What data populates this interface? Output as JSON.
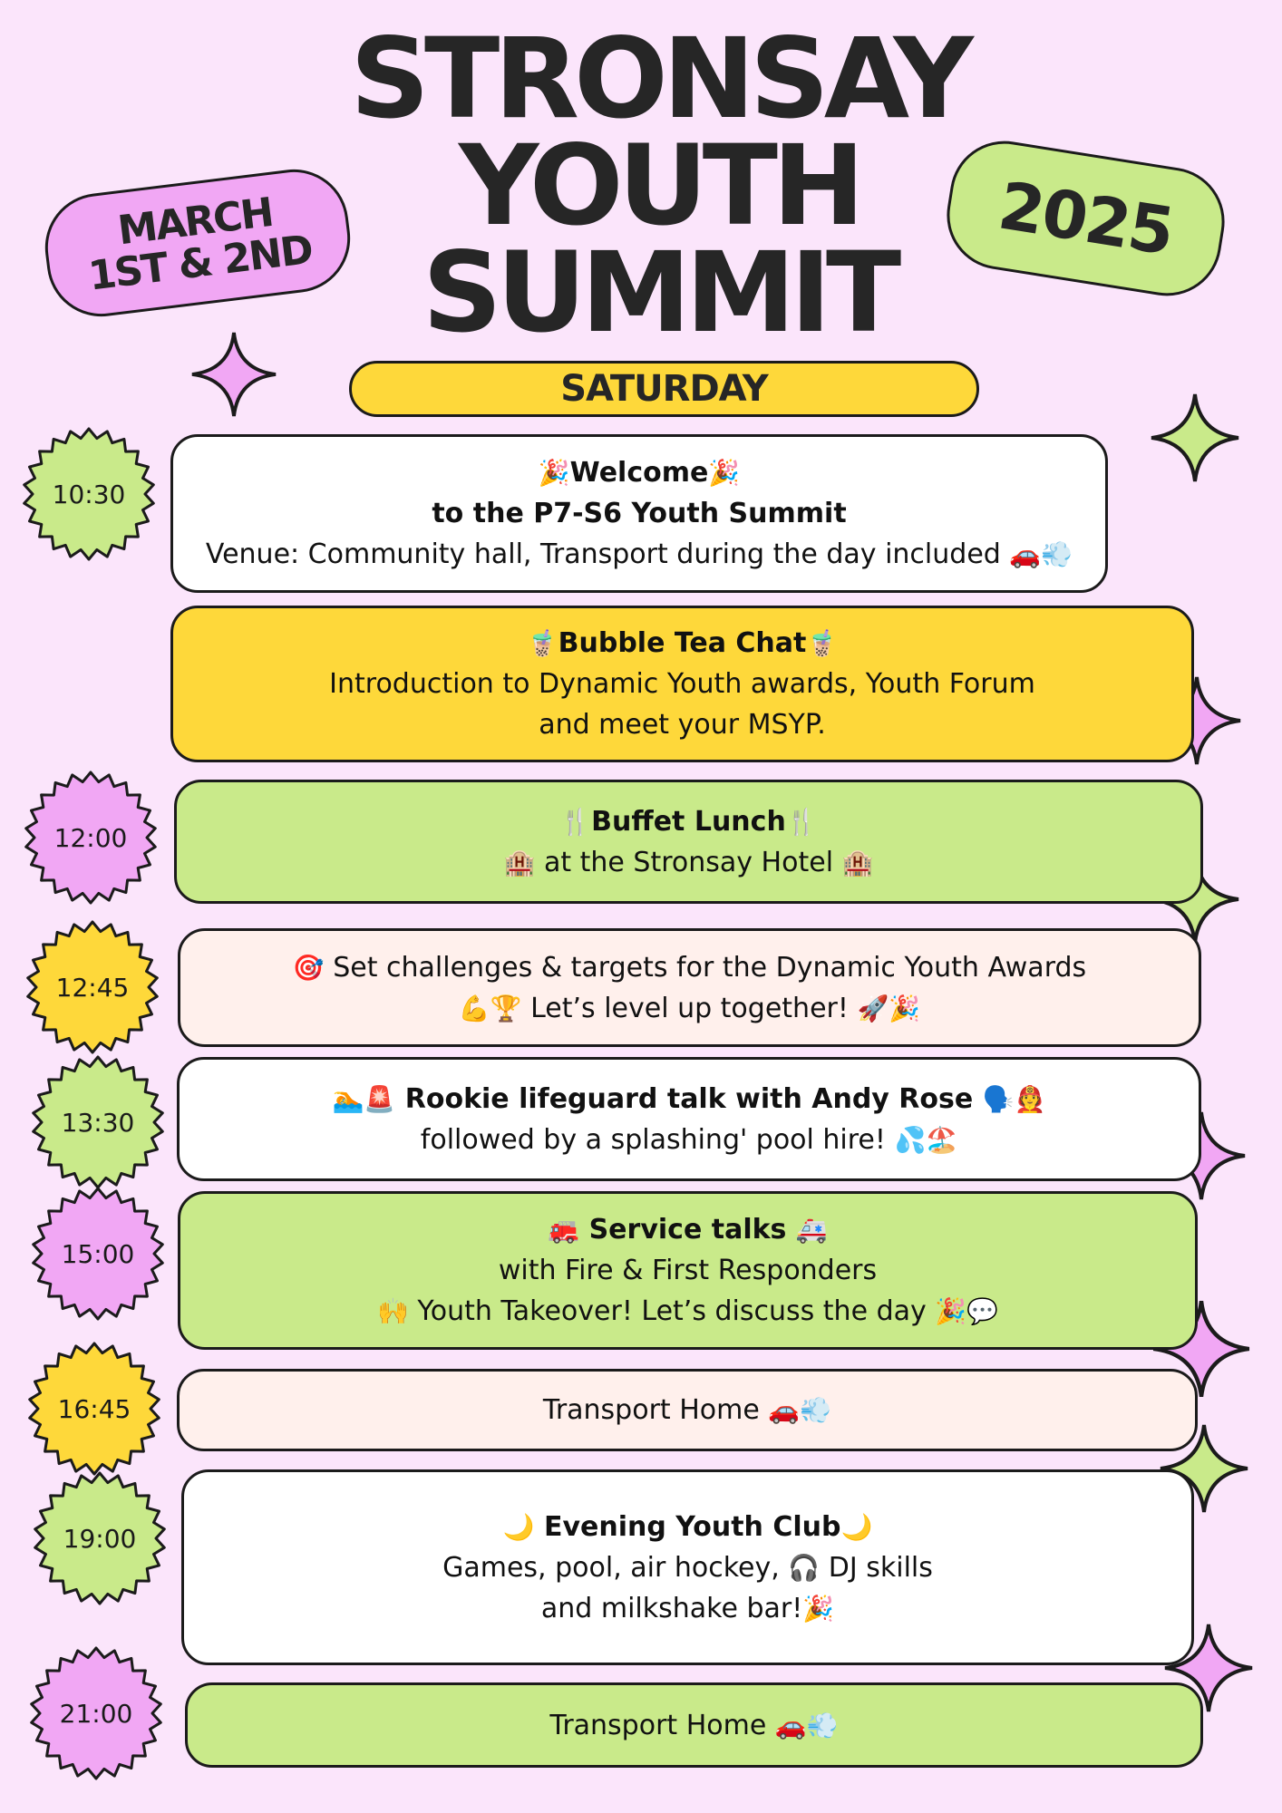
{
  "title_lines": [
    "STRONSAY",
    "YOUTH",
    "SUMMIT"
  ],
  "date_pill": {
    "line1": "MARCH",
    "line2": "1ST & 2ND"
  },
  "year_pill": "2025",
  "day_banner": "SATURDAY",
  "times": [
    "10:30",
    "12:00",
    "12:45",
    "13:30",
    "15:00",
    "16:45",
    "19:00",
    "21:00"
  ],
  "events": {
    "welcome": {
      "title": "Welcome",
      "subtitle": "to the P7-S6 Youth Summit",
      "details": "Venue: Community hall, Transport during the day included"
    },
    "bubble_tea": {
      "title": "Bubble Tea Chat",
      "line1": "Introduction to Dynamic Youth awards, Youth Forum",
      "line2": "and meet your MSYP."
    },
    "lunch": {
      "title": "Buffet Lunch",
      "line1": "at the Stronsay Hotel"
    },
    "challenges": {
      "line1": "Set challenges & targets for the Dynamic Youth Awards",
      "line2": "Let’s level up together!"
    },
    "lifeguard": {
      "title": "Rookie lifeguard talk with Andy Rose",
      "line1": "followed by a splashing' pool hire!"
    },
    "service": {
      "title": "Service talks",
      "line1": "with Fire & First Responders",
      "line2": "Youth Takeover! Let’s discuss the day"
    },
    "transport1": {
      "line1": "Transport Home"
    },
    "evening": {
      "title": "Evening Youth Club",
      "line1": "Games,  pool, air hockey,",
      "line1b": "DJ skills",
      "line2": "and milkshake bar!"
    },
    "transport2": {
      "line1": "Transport Home"
    }
  },
  "colors": {
    "background": "#fbe5fb",
    "pink": "#f1a7f4",
    "green": "#c9ea8a",
    "yellow": "#fed83a",
    "peach": "#fff0ec",
    "text": "#262626"
  }
}
